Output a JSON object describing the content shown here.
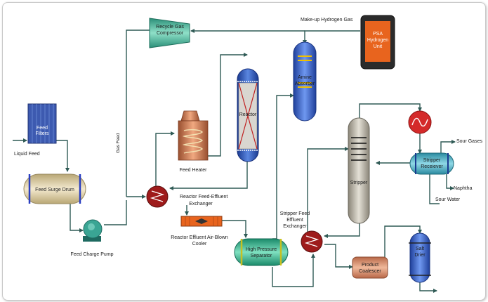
{
  "labels": {
    "makeup_h2": "Make-up Hydrogen Gas",
    "psa_line1": "PSA",
    "psa_line2": "Hydrogen",
    "psa_line3": "Unit",
    "recycle_line1": "Recycle Gas",
    "recycle_line2": "Compressor",
    "amine_line1": "Amine",
    "amine_line2": "Absorber",
    "reactor": "Reactor",
    "feed_filters_line1": "Feed",
    "feed_filters_line2": "Filters",
    "liquid_feed": "Liquid Feed",
    "gas_feed": "Gas Feed",
    "feed_heater": "Feed Heater",
    "surge_drum": "Feed Surge Drum",
    "rfe_line1": "Reactor Feed-Effluent",
    "rfe_line2": "Exchanger",
    "cooler_line1": "Reactor Effluent Air-Blown",
    "cooler_line2": "Cooler",
    "charge_pump": "Feed Charge Pump",
    "hps_line1": "High Pressure",
    "hps_line2": "Separator",
    "stripper": "Stripper",
    "sfe_line1": "Stripper Feed",
    "sfe_line2": "Effluent",
    "sfe_line3": "Exchanger",
    "coalescer_line1": "Product",
    "coalescer_line2": "Coalescer",
    "dryer_line1": "Salt",
    "dryer_line2": "Drier",
    "receiver_line1": "Stripper",
    "receiver_line2": "Receiever",
    "sour_gases": "Sour Gases",
    "naphtha": "Naphtha",
    "sour_water": "Sour Water"
  },
  "colors": {
    "line": "#2f5a55",
    "psa": "#e8641e",
    "compressor": "#3aa58e",
    "absorber": "#3b6fd6",
    "reactor": "#2f4fb0",
    "heater": "#c8744a",
    "surge_drum": "#d9c9a0",
    "exchanger": "#9e1b1b",
    "separator": "#2fb08a",
    "stripper": "#b8b3a8",
    "coalescer": "#d4876a",
    "dryer": "#3d6ad0",
    "receiver": "#36a3b4",
    "condenser": "#d42a2a",
    "pump": "#2f8d80"
  }
}
